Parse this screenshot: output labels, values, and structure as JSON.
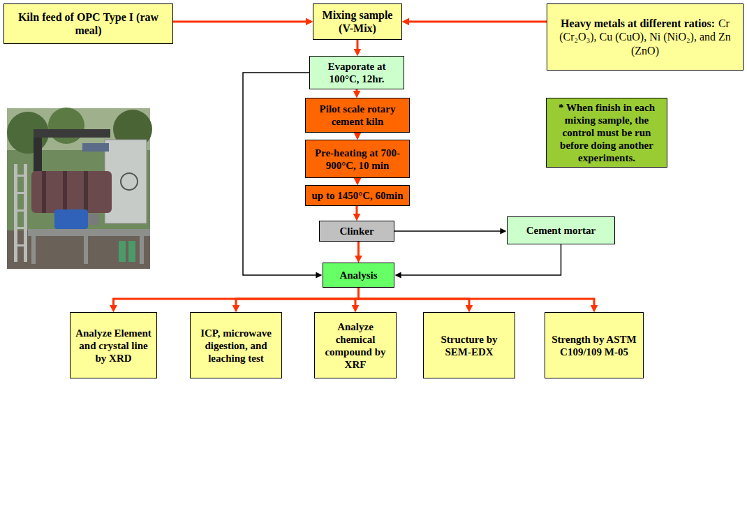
{
  "diagram": {
    "nodes": [
      {
        "text": [
          "Kiln feed of OPC Type I (raw meal)"
        ]
      },
      {
        "text": [
          "Mixing sample (V-Mix)"
        ]
      },
      {
        "text": [
          "Heavy metals at different ratios:",
          "Cr (Cr₂O₃), Cu (CuO), Ni (NiO₂), and Zn (ZnO)"
        ]
      },
      {
        "text": [
          "Evaporate at 100°C, 12hr."
        ]
      },
      {
        "text": [
          "Pilot scale rotary cement kiln"
        ]
      },
      {
        "text": [
          "Pre-heating at 700-900°C, 10 min"
        ]
      },
      {
        "text": [
          "up to 1450°C, 60min"
        ]
      },
      {
        "text": [
          "Clinker"
        ]
      },
      {
        "text": [
          "Cement mortar"
        ]
      },
      {
        "text": [
          "Analysis"
        ]
      },
      {
        "text": [
          "Analyze Element and crystal line by XRD"
        ]
      },
      {
        "text": [
          "ICP, microwave digestion, and leaching test"
        ]
      },
      {
        "text": [
          "Analyze chemical compound by XRF"
        ]
      },
      {
        "text": [
          "Structure by SEM-EDX"
        ]
      },
      {
        "text": [
          "Strength by ASTM C109/109 M-05"
        ]
      },
      {
        "text": [
          "* When finish in each mixing sample, the control must be run before doing another experiments."
        ]
      }
    ],
    "edges": [
      {
        "from": 0,
        "to": 1,
        "arrow": "to"
      },
      {
        "from": 2,
        "to": 1,
        "arrow": "to"
      },
      {
        "from": 1,
        "to": 3,
        "arrow": "to"
      },
      {
        "from": 3,
        "to": 4,
        "arrow": "to"
      },
      {
        "from": 4,
        "to": 5,
        "arrow": "to"
      },
      {
        "from": 5,
        "to": 6,
        "arrow": "to"
      },
      {
        "from": 6,
        "to": 7,
        "arrow": "to"
      },
      {
        "from": 7,
        "to": 9,
        "arrow": "to"
      },
      {
        "from": 7,
        "to": 8,
        "arrow": "to"
      },
      {
        "from": 8,
        "to": 9,
        "arrow": "to"
      },
      {
        "from": 3,
        "to": 9,
        "arrow": "to"
      },
      {
        "from": 9,
        "to": 10,
        "arrow": "to"
      },
      {
        "from": 9,
        "to": 11,
        "arrow": "to"
      },
      {
        "from": 9,
        "to": 12,
        "arrow": "to"
      },
      {
        "from": 9,
        "to": 13,
        "arrow": "to"
      },
      {
        "from": 9,
        "to": 14,
        "arrow": "to"
      }
    ]
  }
}
